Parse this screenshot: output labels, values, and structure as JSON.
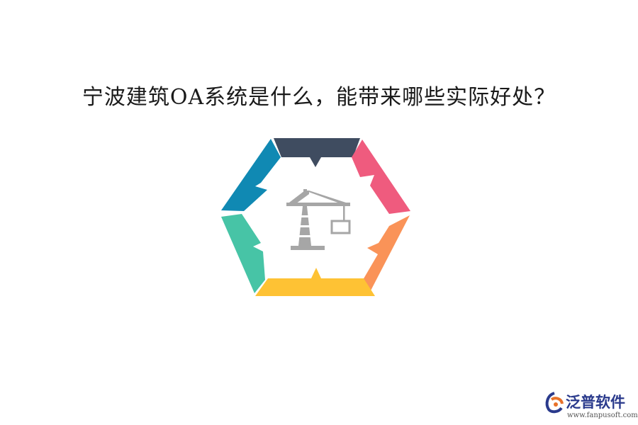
{
  "title": "宁波建筑OA系统是什么，能带来哪些实际好处？",
  "diagram": {
    "type": "hexagon-cycle",
    "center_icon": "tower-crane-icon",
    "segments": [
      {
        "position": "top",
        "color": "#3f4c60"
      },
      {
        "position": "upper-right",
        "color": "#ef5b7e"
      },
      {
        "position": "lower-right",
        "color": "#fa9358"
      },
      {
        "position": "bottom",
        "color": "#fec234"
      },
      {
        "position": "lower-left",
        "color": "#47c4a6"
      },
      {
        "position": "upper-left",
        "color": "#1089b3"
      }
    ],
    "icon_color": "#a6a6a6"
  },
  "brand": {
    "name": "泛普软件",
    "url": "www.fanpusoft.com",
    "logo_colors": {
      "primary": "#2a3a8c",
      "accent": "#e8722a"
    }
  }
}
